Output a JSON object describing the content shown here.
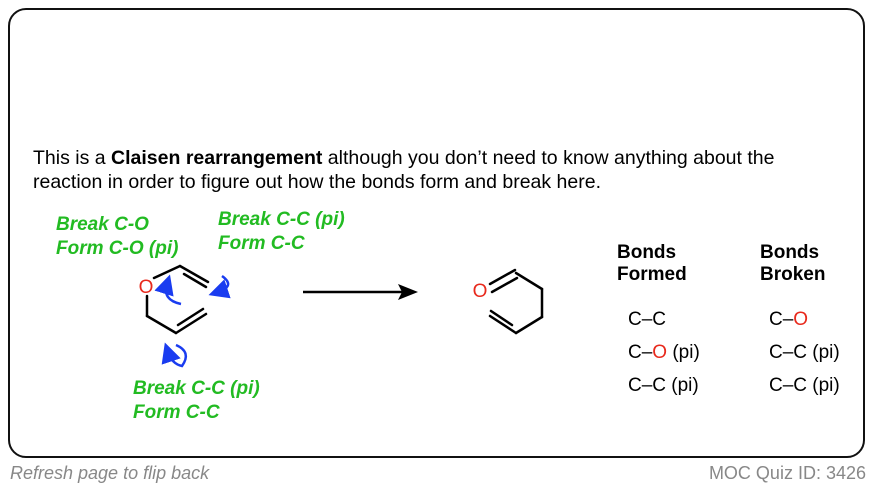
{
  "intro": {
    "prefix": "This is a ",
    "bold": "Claisen rearrangement",
    "suffix": " although you don’t need to know anything about the reaction in order to figure out how the bonds form and break here."
  },
  "notes": {
    "top_left": [
      "Break C-O",
      "Form C-O (pi)"
    ],
    "top_right": [
      "Break C-C (pi)",
      "Form C-C"
    ],
    "bottom": [
      "Break C-C (pi)",
      "Form C-C"
    ]
  },
  "atoms": {
    "oxygen": "O"
  },
  "table": {
    "formed_header": [
      "Bonds",
      "Formed"
    ],
    "broken_header": [
      "Bonds",
      "Broken"
    ],
    "formed": [
      {
        "text": "C–C"
      },
      {
        "text": "C–",
        "ox": "O",
        "after": " (pi)"
      },
      {
        "text": "C–C (pi)"
      }
    ],
    "broken": [
      {
        "text": "C–",
        "ox": "O",
        "after": ""
      },
      {
        "text": "C–C (pi)"
      },
      {
        "text": "C–C (pi)"
      }
    ]
  },
  "footer": {
    "left": "Refresh page to flip back",
    "right": "MOC Quiz ID: 3426"
  },
  "colors": {
    "note_green": "#22bb22",
    "arrow_blue": "#1a3cf0",
    "oxygen_red": "#e8291c",
    "footer_gray": "#888888"
  }
}
